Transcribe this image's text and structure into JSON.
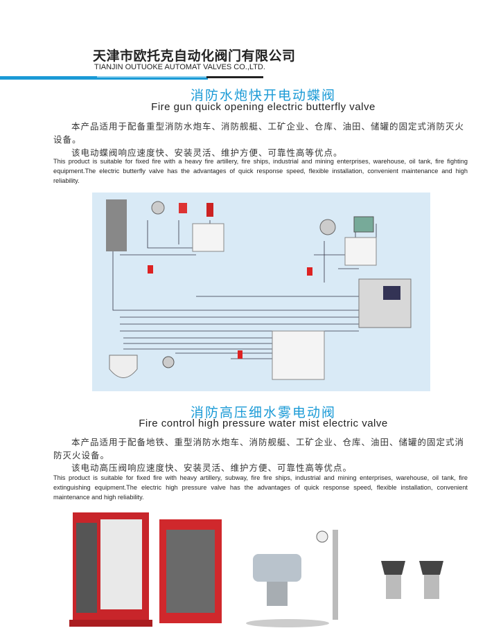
{
  "header": {
    "company_cn": "天津市欧托克自动化阀门有限公司",
    "company_en": "TIANJIN OUTUOKE AUTOMAT VALVES  CO.,LTD."
  },
  "section1": {
    "title_cn": "消防水炮快开电动蝶阀",
    "title_en": "Fire gun quick opening electric butterfly valve",
    "para_cn_1": "本产品适用于配备重型消防水炮车、消防舰艇、工矿企业、仓库、油田、储罐的固定式消防灭火设备。",
    "para_cn_2": "该电动蝶阀响应速度快、安装灵活、维护方便、可靠性高等优点。",
    "para_en": "This product is suitable for fixed fire with a heavy fire artillery, fire ships, industrial and mining enterprises, warehouse, oil tank, fire fighting equipment.The electric butterfly valve has the advantages of quick response speed, flexible installation, convenient maintenance and high reliability."
  },
  "section2": {
    "title_cn": "消防高压细水雾电动阀",
    "title_en": "Fire control high pressure water mist electric valve",
    "para_cn_1": "本产品适用于配备地铁、重型消防水炮车、消防舰艇、工矿企业、仓库、油田、储罐的固定式消防灭火设备。",
    "para_cn_2": "该电动高压阀响应速度快、安装灵活、维护方便、可靠性高等优点。",
    "para_en": "This product is suitable for fixed fire with heavy artillery, subway, fire fire ships, industrial and mining enterprises, warehouse, oil tank, fire extinguishing equipment.The electric high pressure valve has the advantages of quick response speed, flexible installation, convenient maintenance and high reliability."
  },
  "colors": {
    "accent": "#1a9ad6",
    "diagram_bg": "#d9eaf6"
  }
}
